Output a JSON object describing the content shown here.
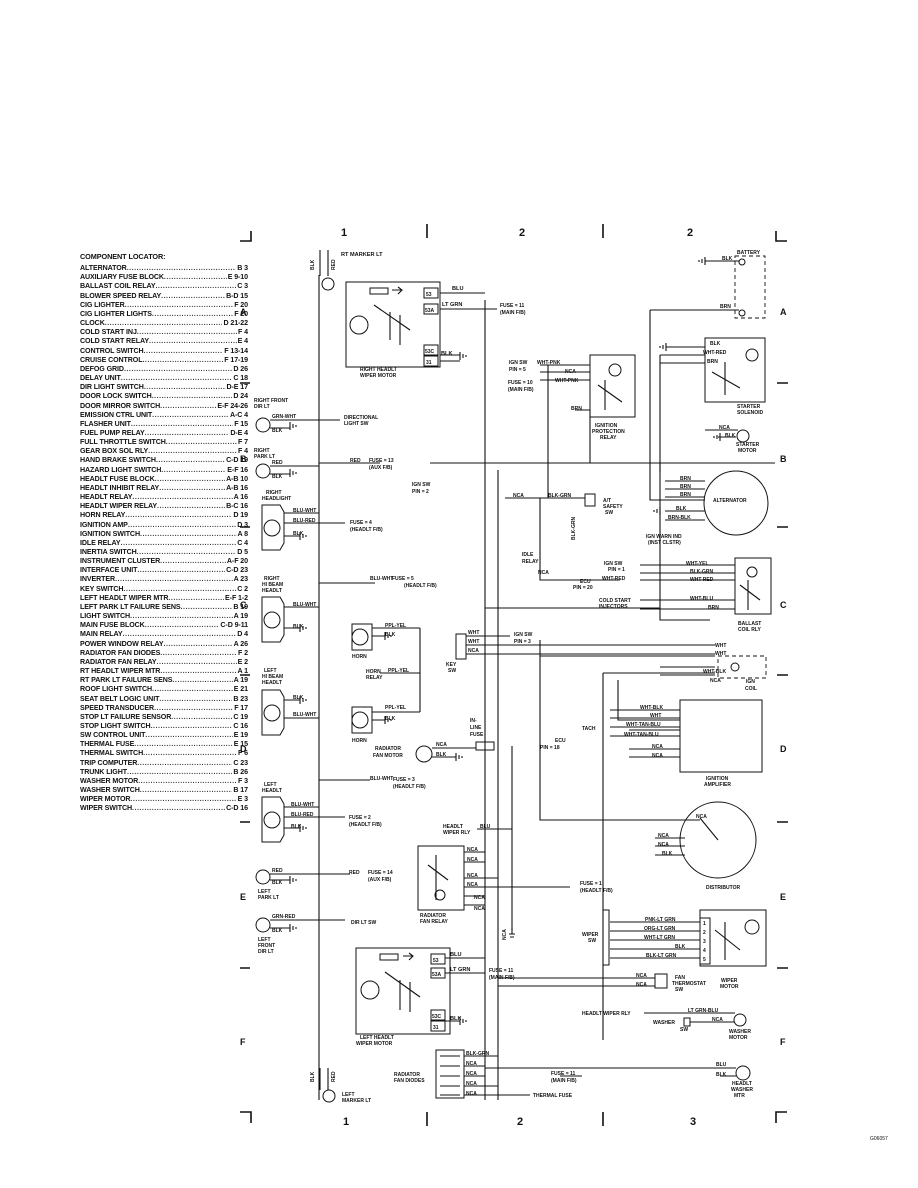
{
  "locator": {
    "title": "COMPONENT LOCATOR:",
    "items": [
      {
        "name": "ALTERNATOR",
        "ref": "B 3"
      },
      {
        "name": "AUXILIARY FUSE BLOCK",
        "ref": "E 9-10"
      },
      {
        "name": "BALLAST COIL RELAY",
        "ref": "C 3"
      },
      {
        "name": "BLOWER SPEED RELAY",
        "ref": "B-D 15"
      },
      {
        "name": "CIG LIGHTER",
        "ref": "F 20"
      },
      {
        "name": "CIG LIGHTER LIGHTS",
        "ref": "F 20"
      },
      {
        "name": "CLOCK",
        "ref": "D 21-22"
      },
      {
        "name": "COLD START INJ",
        "ref": "F 4"
      },
      {
        "name": "COLD START RELAY",
        "ref": "E 4"
      },
      {
        "name": "CONTROL SWITCH",
        "ref": "F 13-14"
      },
      {
        "name": "CRUISE CONTROL",
        "ref": "F 17-19"
      },
      {
        "name": "DEFOG GRID",
        "ref": "D 26"
      },
      {
        "name": "DELAY UNIT",
        "ref": "C 18"
      },
      {
        "name": "DIR LIGHT SWITCH",
        "ref": "D-E 17"
      },
      {
        "name": "DOOR LOCK SWITCH",
        "ref": "D 24"
      },
      {
        "name": "DOOR MIRROR SWITCH",
        "ref": "E-F 24-26"
      },
      {
        "name": "EMISSION CTRL UNIT",
        "ref": "A-C 4"
      },
      {
        "name": "FLASHER UNIT",
        "ref": "F 15"
      },
      {
        "name": "FUEL PUMP RELAY",
        "ref": "D-E 4"
      },
      {
        "name": "FULL THROTTLE SWITCH",
        "ref": "F 7"
      },
      {
        "name": "GEAR BOX SOL RLY",
        "ref": "F 4"
      },
      {
        "name": "HAND BRAKE SWITCH",
        "ref": "C-D 19"
      },
      {
        "name": "HAZARD LIGHT SWITCH",
        "ref": "E-F 16"
      },
      {
        "name": "HEADLT FUSE BLOCK",
        "ref": "A-B 10"
      },
      {
        "name": "HEADLT INHIBIT RELAY",
        "ref": "A-B 16"
      },
      {
        "name": "HEADLT RELAY",
        "ref": "A 16"
      },
      {
        "name": "HEADLT WIPER RELAY",
        "ref": "B-C 16"
      },
      {
        "name": "HORN RELAY",
        "ref": "D 19"
      },
      {
        "name": "IGNITION AMP",
        "ref": "D 3"
      },
      {
        "name": "IGNITION SWITCH",
        "ref": "A 8"
      },
      {
        "name": "IDLE RELAY",
        "ref": "C 4"
      },
      {
        "name": "INERTIA SWITCH",
        "ref": "D 5"
      },
      {
        "name": "INSTRUMENT CLUSTER",
        "ref": "A-F 20"
      },
      {
        "name": "INTERFACE UNIT",
        "ref": "C-D 23"
      },
      {
        "name": "INVERTER",
        "ref": "A 23"
      },
      {
        "name": "KEY SWITCH",
        "ref": "C 2"
      },
      {
        "name": "LEFT HEADLT WIPER MTR",
        "ref": "E-F 1-2"
      },
      {
        "name": "LEFT PARK LT FAILURE SENS",
        "ref": "B 19"
      },
      {
        "name": "LIGHT SWITCH",
        "ref": "A 19"
      },
      {
        "name": "MAIN FUSE BLOCK",
        "ref": "C-D 9-11"
      },
      {
        "name": "MAIN RELAY",
        "ref": "D 4"
      },
      {
        "name": "POWER WINDOW RELAY",
        "ref": "A 26"
      },
      {
        "name": "RADIATOR FAN DIODES",
        "ref": "F 2"
      },
      {
        "name": "RADIATOR FAN RELAY",
        "ref": "E 2"
      },
      {
        "name": "RT HEADLT WIPER MTR",
        "ref": "A 1"
      },
      {
        "name": "RT PARK LT FAILURE SENS",
        "ref": "A 19"
      },
      {
        "name": "ROOF LIGHT SWITCH",
        "ref": "E 21"
      },
      {
        "name": "SEAT BELT LOGIC UNIT",
        "ref": "B 23"
      },
      {
        "name": "SPEED TRANSDUCER",
        "ref": "F 17"
      },
      {
        "name": "STOP LT FAILURE SENSOR",
        "ref": "C 19"
      },
      {
        "name": "STOP LIGHT SWITCH",
        "ref": "C 16"
      },
      {
        "name": "SW CONTROL UNIT",
        "ref": "E 19"
      },
      {
        "name": "THERMAL FUSE",
        "ref": "E 15"
      },
      {
        "name": "THERMAL SWITCH",
        "ref": "F 6"
      },
      {
        "name": "TRIP COMPUTER",
        "ref": "C 23"
      },
      {
        "name": "TRUNK LIGHT",
        "ref": "B 26"
      },
      {
        "name": "WASHER MOTOR",
        "ref": "F 3"
      },
      {
        "name": "WASHER SWITCH",
        "ref": "B 17"
      },
      {
        "name": "WIPER MOTOR",
        "ref": "E 3"
      },
      {
        "name": "WIPER SWITCH",
        "ref": "C-D 16"
      }
    ]
  },
  "grid": {
    "top_columns": [
      "1",
      "2",
      "2"
    ],
    "bottom_columns": [
      "1",
      "2",
      "3"
    ],
    "rows": [
      "A",
      "B",
      "C",
      "D",
      "E",
      "F"
    ]
  },
  "components": {
    "rt_marker_lt": "RT MARKER LT",
    "left_marker_lt": [
      "LEFT",
      "MARKER LT"
    ],
    "right_headlt_wiper_motor": [
      "RIGHT HEADLT",
      "WIPER MOTOR"
    ],
    "left_headlt_wiper_motor": [
      "LEFT HEADLT",
      "WIPER MOTOR"
    ],
    "right_front_dir_lt": [
      "RIGHT FRONT",
      "DIR LT"
    ],
    "right_park_lt": [
      "RIGHT",
      "PARK LT"
    ],
    "right_headlight": [
      "RIGHT",
      "HEADLIGHT"
    ],
    "right_hibeam": [
      "RIGHT",
      "HI BEAM",
      "HEADLT"
    ],
    "left_hibeam": [
      "LEFT",
      "HI BEAM",
      "HEADLT"
    ],
    "left_headlt": [
      "LEFT",
      "HEADLT"
    ],
    "left_park_lt": [
      "LEFT",
      "PARK LT"
    ],
    "left_front_dir_lt": [
      "LEFT",
      "FRONT",
      "DIR LT"
    ],
    "horn": "HORN",
    "horn_relay": [
      "HORN",
      "RELAY"
    ],
    "key_sw": [
      "KEY",
      "SW"
    ],
    "inline_fuse": [
      "IN-",
      "LINE",
      "FUSE"
    ],
    "radiator_fan_motor": [
      "RADIATOR",
      "FAN MOTOR"
    ],
    "radiator_fan_relay": [
      "RADIATOR",
      "FAN RELAY"
    ],
    "radiator_fan_diodes": [
      "RADIATOR",
      "FAN DIODES"
    ],
    "thermal_fuse": "THERMAL FUSE",
    "battery": "BATTERY",
    "starter_solenoid": [
      "STARTER",
      "SOLENOID"
    ],
    "starter_motor": [
      "STARTER",
      "MOTOR"
    ],
    "ignition_protection_relay": [
      "IGNITION",
      "PROTECTION",
      "RELAY"
    ],
    "alternator": "ALTERNATOR",
    "ac_safety_sw": [
      "A/T",
      "SAFETY",
      "SW"
    ],
    "ign_warn_ind": [
      "IGN WARN IND",
      "(INST CLSTR)"
    ],
    "idle_relay": [
      "IDLE",
      "RELAY"
    ],
    "ecu_pin20": [
      "ECU",
      "PIN = 20"
    ],
    "ign_sw_pin1": [
      "IGN SW",
      "PIN = 1"
    ],
    "cold_start_injectors": [
      "COLD START",
      "INJECTORS"
    ],
    "ballast_coil_rly": [
      "BALLAST",
      "COIL RLY"
    ],
    "ign_coil": [
      "IGN",
      "COIL"
    ],
    "tach": "TACH",
    "ecu_pin18": [
      "ECU",
      "PIN = 18"
    ],
    "ignition_amplifier": [
      "IGNITION",
      "AMPLIFIER"
    ],
    "distributor": "DISTRIBUTOR",
    "wiper_sw": [
      "WIPER",
      "SW"
    ],
    "wiper_motor": [
      "WIPER",
      "MOTOR"
    ],
    "fan_thermostat_sw": [
      "FAN",
      "THERMOSTAT",
      "SW"
    ],
    "headlt_wiper_rly_right": "HEADLT WIPER RLY",
    "washer_sw": [
      "WASHER",
      "SW"
    ],
    "washer_motor": [
      "WASHER",
      "MOTOR"
    ],
    "headlt_washer_mtr": [
      "HEADLT",
      "WASHER",
      "MTR"
    ],
    "headlt_wiper_rly_left": [
      "HEADLT",
      "WIPER RLY"
    ],
    "directional_light_sw": [
      "DIRECTIONAL",
      "LIGHT SW"
    ],
    "dir_lt_sw": "DIR LT SW",
    "ign_sw_pin2": [
      "IGN SW",
      "PIN = 2"
    ],
    "ign_sw_pin3": [
      "IGN SW",
      "PIN = 3"
    ],
    "ign_sw_pin5": [
      "IGN SW",
      "PIN = 5"
    ]
  },
  "fuses": {
    "f11_top": [
      "FUSE = 11",
      "(MAIN F/B)"
    ],
    "f10": [
      "FUSE = 10",
      "(MAIN F/B)"
    ],
    "f13": [
      "FUSE = 13",
      "(AUX F/B)"
    ],
    "f4": [
      "FUSE = 4",
      "(HEADLT F/B)"
    ],
    "f5": [
      "FUSE = 5",
      "(HEADLT F/B)"
    ],
    "f3": [
      "FUSE = 3",
      "(HEADLT F/B)"
    ],
    "f2": [
      "FUSE = 2",
      "(HEADLT F/B)"
    ],
    "f14": [
      "FUSE = 14",
      "(AUX F/B)"
    ],
    "f1": [
      "FUSE = 1",
      "(HEADLT F/B)"
    ],
    "f11_mid": [
      "FUSE = 11",
      "(MAIN F/B)"
    ],
    "f11_bot": [
      "FUSE = 11",
      "(MAIN F/B)"
    ]
  },
  "wires": {
    "blu": "BLU",
    "lt_grn": "LT GRN",
    "blk": "BLK",
    "red": "RED",
    "brn": "BRN",
    "nca": "NCA",
    "wht": "WHT",
    "grn_wht": "GRN-WHT",
    "blu_wht": "BLU-WHT",
    "blu_red": "BLU-RED",
    "ppl_yel": "PPL-YEL",
    "wht_pnk": "WHT-PNK",
    "blk_grn": "BLK-GRN",
    "brn_blk": "BRN-BLK",
    "wht_red": "WHT-RED",
    "wht_yel": "WHT-YEL",
    "wht_blu": "WHT-BLU",
    "wht_blk": "WHT-BLK",
    "wht_tan_blu": "WHT-TAN-BLU",
    "pnk_lt_grn": "PNK-LT GRN",
    "org_lt_grn": "ORG-LT GRN",
    "wht_lt_grn": "WHT-LT GRN",
    "blk_lt_grn": "BLK-LT GRN",
    "lt_grn_blu": "LT GRN-BLU",
    "grn_red": "GRN-RED",
    "red_blk": "RED",
    "t53": "53",
    "t53a": "53A",
    "t53c": "53C",
    "t31": "31"
  },
  "footnote": "G06057"
}
